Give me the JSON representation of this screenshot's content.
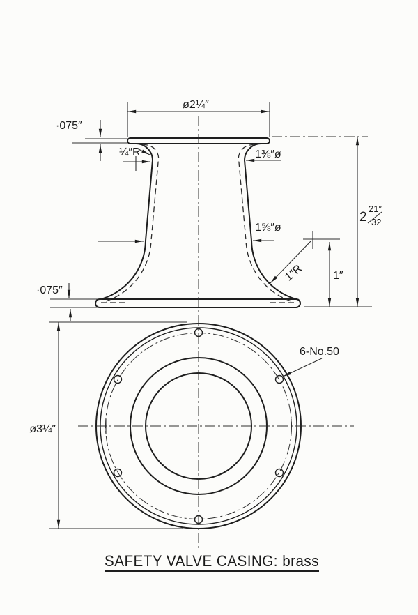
{
  "drawing": {
    "title": "SAFETY VALVE CASING: brass",
    "dimensions": {
      "top_flange_diameter": "ø2¼″",
      "top_flange_thickness": "·075″",
      "neck_fillet_radius": "¼″R",
      "neck_diameter": "1⅜″ø",
      "waist_diameter": "1⅝″ø",
      "bell_radius": "1″R",
      "bell_height": "1″",
      "overall_height_whole": "2",
      "overall_height_numerator": "21″",
      "overall_height_denominator": "32",
      "base_flange_thickness": "·075″",
      "base_flange_diameter": "ø3¼″",
      "drill_note": "6-No.50"
    },
    "colors": {
      "ink": "#1e1e1e",
      "paper": "#fcfcfa"
    }
  }
}
